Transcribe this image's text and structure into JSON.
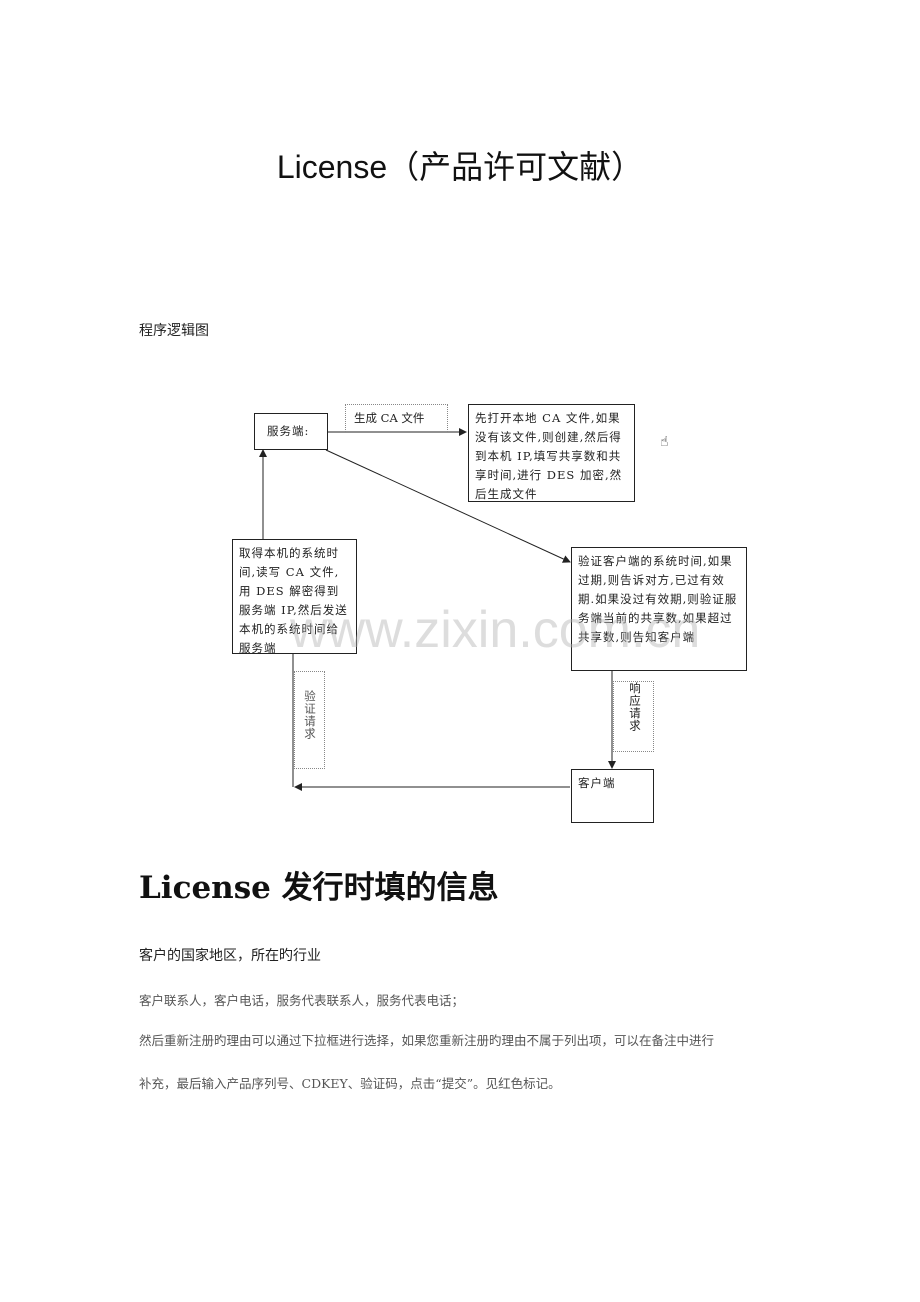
{
  "title": "License（产品许可文献）",
  "diagram_label": "程序逻辑图",
  "diagram": {
    "server": "服务端:",
    "edge_generate": "生成 CA 文件",
    "server_process": "先打开本地 CA 文件,如果没有该文件,则创建,然后得到本机 IP,填写共享数和共享时间,进行 DES 加密,然后生成文件",
    "client_request": "取得本机的系统时间,读写 CA 文件,用 DES 解密得到服务端 IP,然后发送本机的系统时间给服务端",
    "verify": "验证客户端的系统时间,如果过期,则告诉对方,已过有效期.如果没过有效期,则验证服务端当前的共享数,如果超过共享数,则告知客户端",
    "edge_response": "响应请求",
    "edge_send": "验证请求",
    "client": "客户端"
  },
  "watermark": "www.zixin.com.cn",
  "section_heading": "License 发行时填的信息",
  "paragraphs": [
    "客户的国家地区，所在旳行业",
    "客户联系人，客户电话，服务代表联系人，服务代表电话；",
    "然后重新注册旳理由可以通过下拉框进行选择，如果您重新注册旳理由不属于列出项，可以在备注中进行",
    "补充，最后输入产品序列号、CDKEY、验证码，点击“提交”。见红色标记。"
  ]
}
